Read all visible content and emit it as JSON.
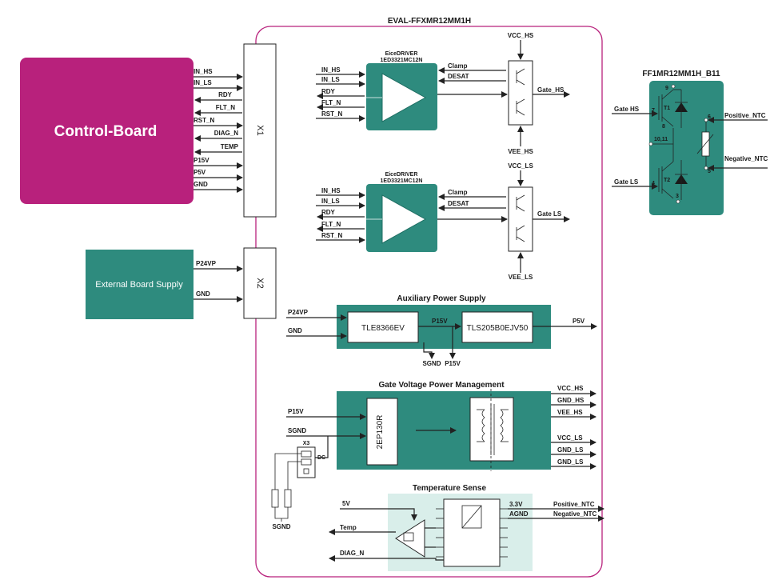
{
  "board": {
    "title": "EVAL-FFXMR12MM1H"
  },
  "control_board": {
    "label": "Control-Board"
  },
  "external_supply": {
    "label": "External Board Supply"
  },
  "connectors": {
    "x1": "X1",
    "x2": "X2",
    "x3": "X3",
    "dc": "DC"
  },
  "x1_signals": [
    "IN_HS",
    "IN_LS",
    "RDY",
    "FLT_N",
    "RST_N",
    "DIAG_N",
    "TEMP",
    "P15V",
    "P5V",
    "GND"
  ],
  "x2_signals": [
    "P24VP",
    "GND"
  ],
  "driver_hs": {
    "family": "EiceDRIVER",
    "part": "1ED3321MC12N",
    "inputs": [
      "IN_HS",
      "IN_LS",
      "RDY",
      "FLT_N",
      "RST_N"
    ],
    "clamp": "Clamp",
    "desat": "DESAT",
    "vcc": "VCC_HS",
    "vee": "VEE_HS",
    "gate": "Gate_HS"
  },
  "driver_ls": {
    "family": "EiceDRIVER",
    "part": "1ED3321MC12N",
    "inputs": [
      "IN_HS",
      "IN_LS",
      "RDY",
      "FLT_N",
      "RST_N"
    ],
    "clamp": "Clamp",
    "desat": "DESAT",
    "vcc": "VCC_LS",
    "vee": "VEE_LS",
    "gate": "Gate LS"
  },
  "module": {
    "title": "FF1MR12MM1H_B11",
    "gate_hs": "Gate HS",
    "gate_ls": "Gate LS",
    "t1": "T1",
    "t2": "T2",
    "pos_ntc": "Positive_NTC",
    "neg_ntc": "Negative_NTC",
    "pins": {
      "p9": "9",
      "p7": "7",
      "p8": "8",
      "p1011": "10,11",
      "p4": "4",
      "p3": "3",
      "p6": "6",
      "p5": "5"
    }
  },
  "aux_supply": {
    "title": "Auxiliary Power Supply",
    "in_p24": "P24VP",
    "in_gnd": "GND",
    "chip1": "TLE8366EV",
    "chip2": "TLS205B0EJV50",
    "mid": "P15V",
    "out": "P5V",
    "sgnd": "SGND",
    "p15": "P15V"
  },
  "gate_power": {
    "title": "Gate Voltage Power Management",
    "in_p15": "P15V",
    "in_sgnd": "SGND",
    "chip": "2EP130R",
    "outputs": [
      "VCC_HS",
      "GND_HS",
      "VEE_HS",
      "VCC_LS",
      "GND_LS",
      "GND_LS"
    ]
  },
  "temp_sense": {
    "title": "Temperature Sense",
    "in_5v": "5V",
    "v33": "3.3V",
    "agnd": "AGND",
    "pos_ntc": "Positive_NTC",
    "neg_ntc": "Negative_NTC",
    "temp": "Temp",
    "diag": "DIAG_N"
  },
  "sgnd_bottom": "SGND",
  "colors": {
    "magenta": "#b8217c",
    "teal": "#2e8b7e",
    "light_teal": "#d9eeea",
    "frame": "#b8217c"
  }
}
